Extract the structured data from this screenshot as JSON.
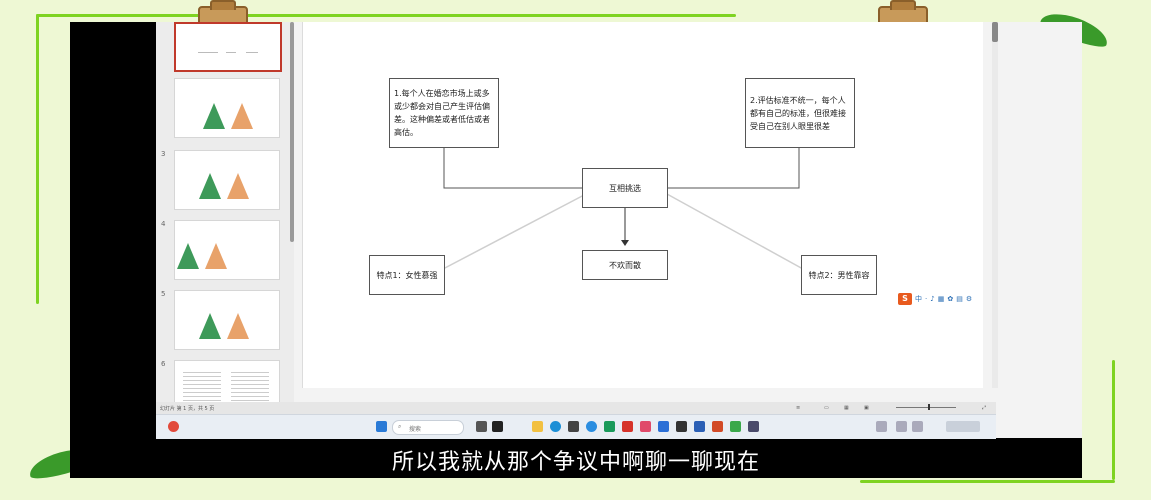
{
  "presentation": {
    "thumbnails": [
      {
        "num": "",
        "active": true,
        "title": "",
        "triangles": false
      },
      {
        "num": "",
        "active": false,
        "title": "",
        "triangles": true
      },
      {
        "num": "3",
        "active": false,
        "title": "",
        "triangles": true
      },
      {
        "num": "4",
        "active": false,
        "title": "",
        "triangles": true
      },
      {
        "num": "5",
        "active": false,
        "title": "",
        "triangles": true
      },
      {
        "num": "6",
        "active": false,
        "title": "",
        "triangles": false
      }
    ]
  },
  "diagram": {
    "box1": "1.每个人在婚恋市场上或多或少都会对自己产生评估偏差。这种偏差或者低估或者高估。",
    "box2": "2.评估标准不统一，每个人都有自己的标准，但很难接受自己在别人眼里很差",
    "center": "互相挑选",
    "result": "不欢而散",
    "trait1": "特点1：女性慕强",
    "trait2": "特点2：男性靠容"
  },
  "ime": {
    "logo": "S",
    "label": "中"
  },
  "status": {
    "slide_info": "幻灯片 第 1 页，共 5 页",
    "check": "",
    "zoom": ""
  },
  "taskbar": {
    "search_placeholder": "搜索"
  },
  "video": {
    "subtitle": "所以我就从那个争议中啊聊一聊现在"
  },
  "colors": {
    "frame_green": "#7ed321",
    "background": "#eef8d4",
    "accent_red": "#c0392b"
  }
}
